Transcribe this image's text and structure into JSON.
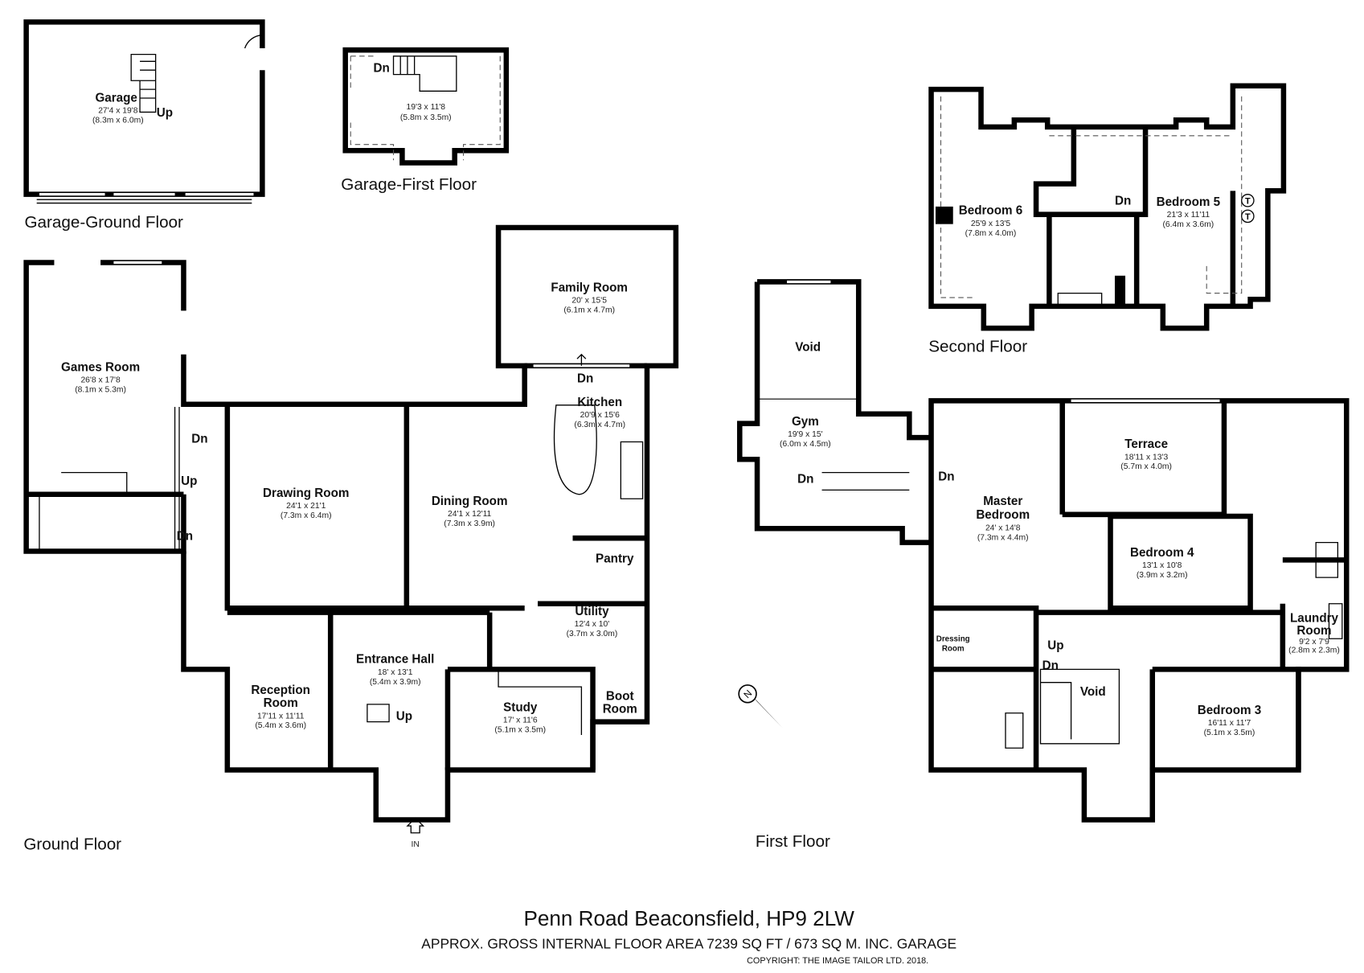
{
  "floors": {
    "garage_ground": "Garage-Ground Floor",
    "garage_first": "Garage-First Floor",
    "ground": "Ground Floor",
    "first": "First Floor",
    "second": "Second Floor"
  },
  "rooms": {
    "garage": {
      "name": "Garage",
      "imperial": "27'4 x 19'8",
      "metric": "(8.3m x 6.0m)"
    },
    "garage_loft": {
      "imperial": "19'3 x 11'8",
      "metric": "(5.8m x 3.5m)"
    },
    "games_room": {
      "name": "Games Room",
      "imperial": "26'8 x 17'8",
      "metric": "(8.1m x 5.3m)"
    },
    "family_room": {
      "name": "Family Room",
      "imperial": "20' x 15'5",
      "metric": "(6.1m x 4.7m)"
    },
    "kitchen": {
      "name": "Kitchen",
      "imperial": "20'9 x 15'6",
      "metric": "(6.3m x 4.7m)"
    },
    "drawing_room": {
      "name": "Drawing Room",
      "imperial": "24'1 x 21'1",
      "metric": "(7.3m x 6.4m)"
    },
    "dining_room": {
      "name": "Dining Room",
      "imperial": "24'1 x 12'11",
      "metric": "(7.3m x 3.9m)"
    },
    "pantry": {
      "name": "Pantry"
    },
    "utility": {
      "name": "Utility",
      "imperial": "12'4 x 10'",
      "metric": "(3.7m x 3.0m)"
    },
    "entrance_hall": {
      "name": "Entrance Hall",
      "imperial": "18' x 13'1",
      "metric": "(5.4m x 3.9m)"
    },
    "reception_room": {
      "name_1": "Reception",
      "name_2": "Room",
      "imperial": "17'11 x 11'11",
      "metric": "(5.4m x 3.6m)"
    },
    "study": {
      "name": "Study",
      "imperial": "17' x 11'6",
      "metric": "(5.1m x 3.5m)"
    },
    "boot_room": {
      "name_1": "Boot",
      "name_2": "Room"
    },
    "void_gym": {
      "name": "Void"
    },
    "gym": {
      "name": "Gym",
      "imperial": "19'9 x 15'",
      "metric": "(6.0m x 4.5m)"
    },
    "terrace": {
      "name": "Terrace",
      "imperial": "18'11 x 13'3",
      "metric": "(5.7m x 4.0m)"
    },
    "master_bedroom": {
      "name_1": "Master",
      "name_2": "Bedroom",
      "imperial": "24' x 14'8",
      "metric": "(7.3m x 4.4m)"
    },
    "bedroom_4": {
      "name": "Bedroom 4",
      "imperial": "13'1 x 10'8",
      "metric": "(3.9m x 3.2m)"
    },
    "laundry_room": {
      "name_1": "Laundry",
      "name_2": "Room",
      "imperial": "9'2 x 7'9",
      "metric": "(2.8m x 2.3m)"
    },
    "dressing_room": {
      "name_1": "Dressing",
      "name_2": "Room"
    },
    "void_stair": {
      "name": "Void"
    },
    "bedroom_3": {
      "name": "Bedroom 3",
      "imperial": "16'11 x 11'7",
      "metric": "(5.1m x 3.5m)"
    },
    "bedroom_6": {
      "name": "Bedroom 6",
      "imperial": "25'9 x 13'5",
      "metric": "(7.8m x 4.0m)"
    },
    "bedroom_5": {
      "name": "Bedroom 5",
      "imperial": "21'3 x 11'11",
      "metric": "(6.4m x 3.6m)"
    }
  },
  "stairs": {
    "up": "Up",
    "down": "Dn",
    "entrance": "IN",
    "tank": "T"
  },
  "compass": {
    "north": "N"
  },
  "footer": {
    "address": "Penn Road Beaconsfield, HP9 2LW",
    "area": "APPROX. GROSS INTERNAL FLOOR AREA 7239 SQ FT / 673 SQ M. INC. GARAGE",
    "copyright": "COPYRIGHT: THE IMAGE TAILOR LTD. 2018."
  }
}
